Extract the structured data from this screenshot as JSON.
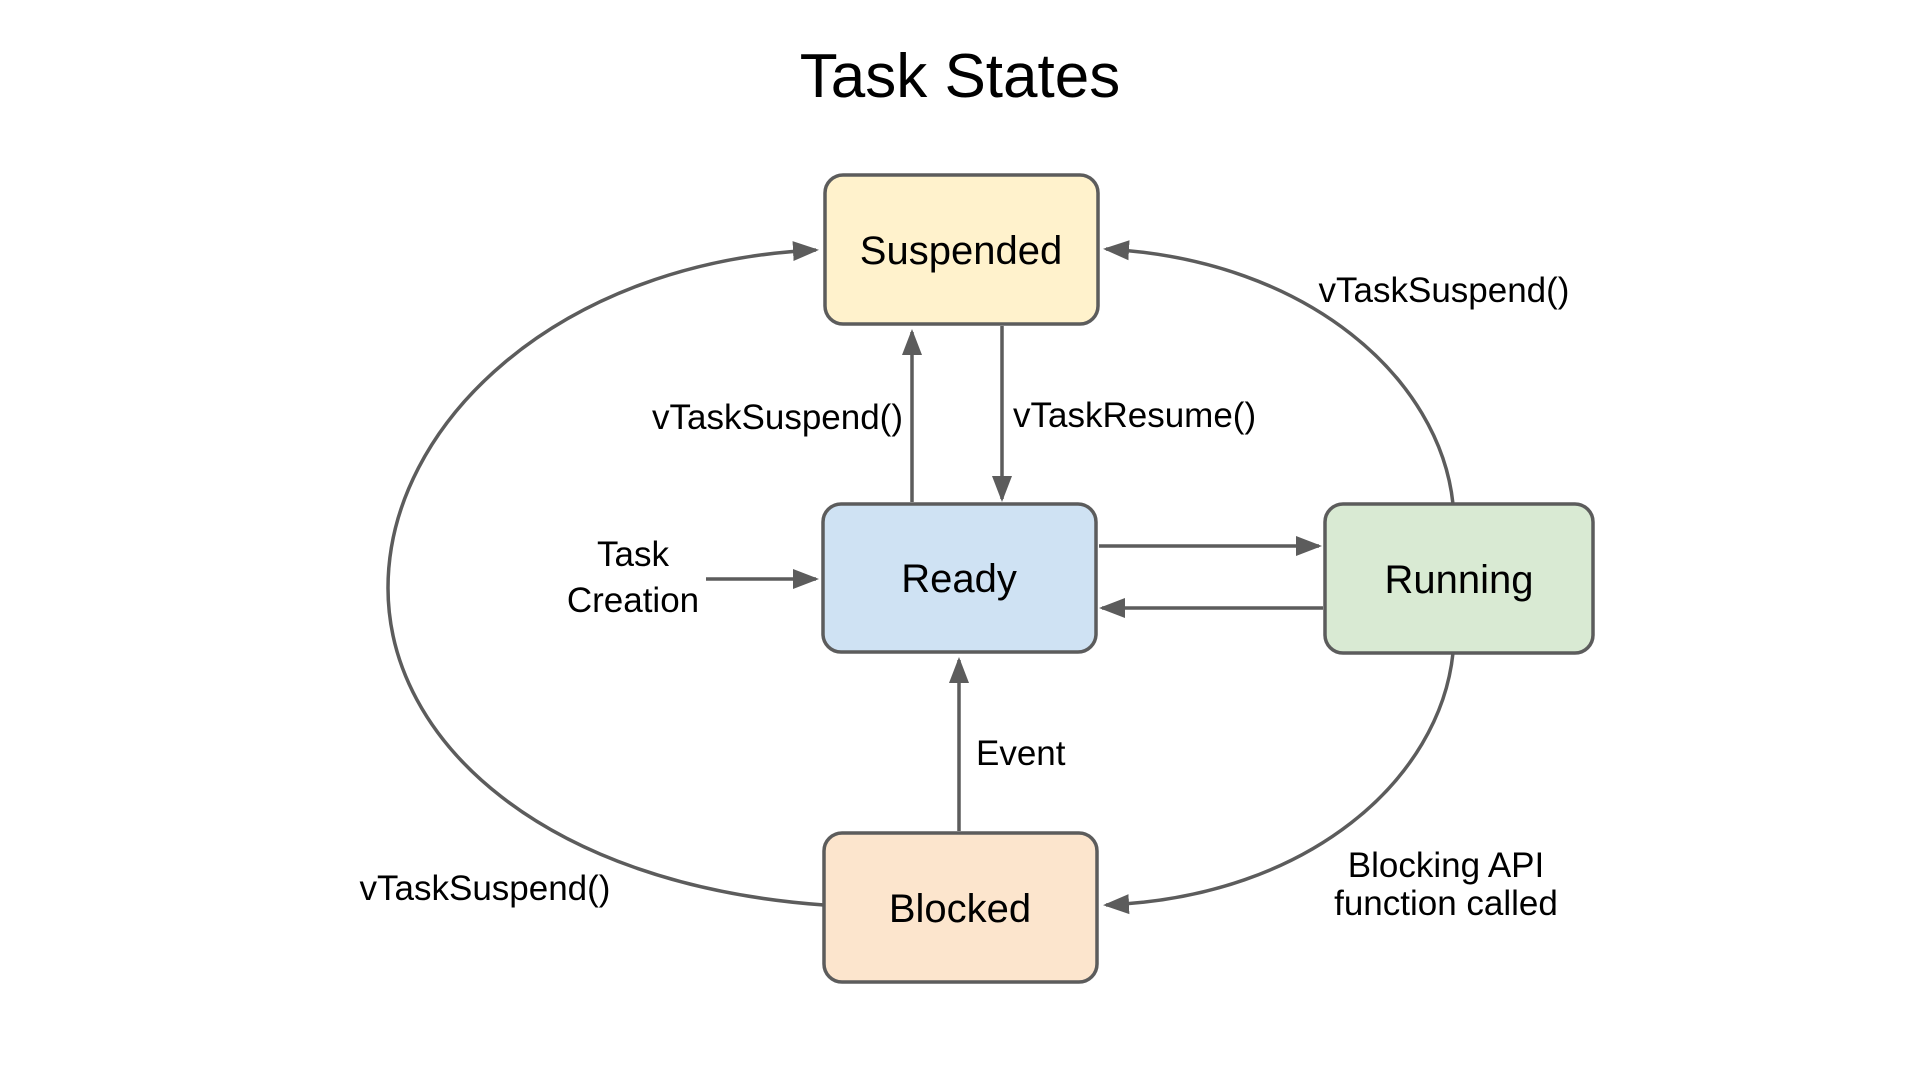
{
  "title": "Task States",
  "colors": {
    "background": "#ffffff",
    "stroke": "#5c5c5c",
    "text": "#000000",
    "suspended_fill": "#FFF2CC",
    "ready_fill": "#CFE2F3",
    "running_fill": "#D9EAD3",
    "blocked_fill": "#FCE5CD"
  },
  "states": {
    "suspended": "Suspended",
    "ready": "Ready",
    "running": "Running",
    "blocked": "Blocked"
  },
  "transitions": {
    "task_creation_line1": "Task",
    "task_creation_line2": "Creation",
    "ready_to_suspended": "vTaskSuspend()",
    "suspended_to_ready": "vTaskResume()",
    "running_to_suspended": "vTaskSuspend()",
    "ready_running_swap": "",
    "blocked_to_ready": "Event",
    "running_to_blocked_line1": "Blocking API",
    "running_to_blocked_line2": "function called",
    "blocked_to_suspended": "vTaskSuspend()"
  }
}
